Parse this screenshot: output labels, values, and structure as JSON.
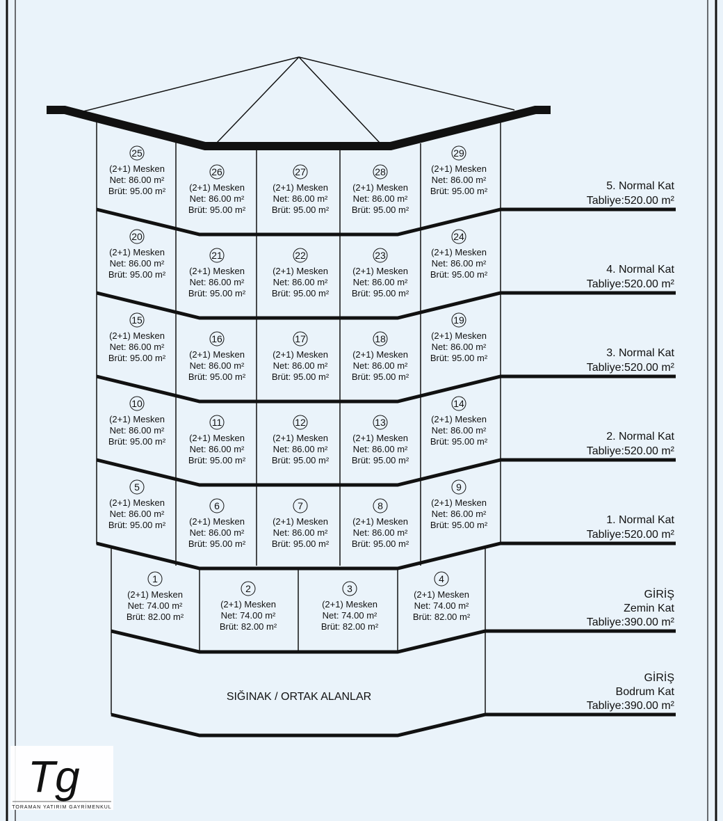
{
  "units": [
    {
      "no": "1",
      "type": "(2+1) Mesken",
      "net": "Net: 74.00 m²",
      "brut": "Brüt: 82.00 m²"
    },
    {
      "no": "2",
      "type": "(2+1) Mesken",
      "net": "Net: 74.00 m²",
      "brut": "Brüt: 82.00 m²"
    },
    {
      "no": "3",
      "type": "(2+1) Mesken",
      "net": "Net: 74.00 m²",
      "brut": "Brüt: 82.00 m²"
    },
    {
      "no": "4",
      "type": "(2+1) Mesken",
      "net": "Net: 74.00 m²",
      "brut": "Brüt: 82.00 m²"
    },
    {
      "no": "5",
      "type": "(2+1) Mesken",
      "net": "Net: 86.00 m²",
      "brut": "Brüt: 95.00 m²"
    },
    {
      "no": "6",
      "type": "(2+1) Mesken",
      "net": "Net: 86.00 m²",
      "brut": "Brüt: 95.00 m²"
    },
    {
      "no": "7",
      "type": "(2+1) Mesken",
      "net": "Net: 86.00 m²",
      "brut": "Brüt: 95.00 m²"
    },
    {
      "no": "8",
      "type": "(2+1) Mesken",
      "net": "Net: 86.00 m²",
      "brut": "Brüt: 95.00 m²"
    },
    {
      "no": "9",
      "type": "(2+1) Mesken",
      "net": "Net: 86.00 m²",
      "brut": "Brüt: 95.00 m²"
    },
    {
      "no": "10",
      "type": "(2+1) Mesken",
      "net": "Net: 86.00 m²",
      "brut": "Brüt: 95.00 m²"
    },
    {
      "no": "11",
      "type": "(2+1) Mesken",
      "net": "Net: 86.00 m²",
      "brut": "Brüt: 95.00 m²"
    },
    {
      "no": "12",
      "type": "(2+1) Mesken",
      "net": "Net: 86.00 m²",
      "brut": "Brüt: 95.00 m²"
    },
    {
      "no": "13",
      "type": "(2+1) Mesken",
      "net": "Net: 86.00 m²",
      "brut": "Brüt: 95.00 m²"
    },
    {
      "no": "14",
      "type": "(2+1) Mesken",
      "net": "Net: 86.00 m²",
      "brut": "Brüt: 95.00 m²"
    },
    {
      "no": "15",
      "type": "(2+1) Mesken",
      "net": "Net: 86.00 m²",
      "brut": "Brüt: 95.00 m²"
    },
    {
      "no": "16",
      "type": "(2+1) Mesken",
      "net": "Net: 86.00 m²",
      "brut": "Brüt: 95.00 m²"
    },
    {
      "no": "17",
      "type": "(2+1) Mesken",
      "net": "Net: 86.00 m²",
      "brut": "Brüt: 95.00 m²"
    },
    {
      "no": "18",
      "type": "(2+1) Mesken",
      "net": "Net: 86.00 m²",
      "brut": "Brüt: 95.00 m²"
    },
    {
      "no": "19",
      "type": "(2+1) Mesken",
      "net": "Net: 86.00 m²",
      "brut": "Brüt: 95.00 m²"
    },
    {
      "no": "20",
      "type": "(2+1) Mesken",
      "net": "Net: 86.00 m²",
      "brut": "Brüt: 95.00 m²"
    },
    {
      "no": "21",
      "type": "(2+1) Mesken",
      "net": "Net: 86.00 m²",
      "brut": "Brüt: 95.00 m²"
    },
    {
      "no": "22",
      "type": "(2+1) Mesken",
      "net": "Net: 86.00 m²",
      "brut": "Brüt: 95.00 m²"
    },
    {
      "no": "23",
      "type": "(2+1) Mesken",
      "net": "Net: 86.00 m²",
      "brut": "Brüt: 95.00 m²"
    },
    {
      "no": "24",
      "type": "(2+1) Mesken",
      "net": "Net: 86.00 m²",
      "brut": "Brüt: 95.00 m²"
    },
    {
      "no": "25",
      "type": "(2+1) Mesken",
      "net": "Net: 86.00 m²",
      "brut": "Brüt: 95.00 m²"
    },
    {
      "no": "26",
      "type": "(2+1) Mesken",
      "net": "Net: 86.00 m²",
      "brut": "Brüt: 95.00 m²"
    },
    {
      "no": "27",
      "type": "(2+1) Mesken",
      "net": "Net: 86.00 m²",
      "brut": "Brüt: 95.00 m²"
    },
    {
      "no": "28",
      "type": "(2+1) Mesken",
      "net": "Net: 86.00 m²",
      "brut": "Brüt: 95.00 m²"
    },
    {
      "no": "29",
      "type": "(2+1) Mesken",
      "net": "Net: 86.00 m²",
      "brut": "Brüt: 95.00 m²"
    }
  ],
  "floors": [
    {
      "lines": [
        "5. Normal Kat",
        "Tabliye:520.00 m²"
      ]
    },
    {
      "lines": [
        "4. Normal Kat",
        "Tabliye:520.00 m²"
      ]
    },
    {
      "lines": [
        "3. Normal Kat",
        "Tabliye:520.00 m²"
      ]
    },
    {
      "lines": [
        "2. Normal Kat",
        "Tabliye:520.00 m²"
      ]
    },
    {
      "lines": [
        "1. Normal Kat",
        "Tabliye:520.00 m²"
      ]
    },
    {
      "lines": [
        "GİRİŞ",
        "Zemin Kat",
        "Tabliye:390.00 m²"
      ]
    },
    {
      "lines": [
        "GİRİŞ",
        "Bodrum Kat",
        "Tabliye:390.00 m²"
      ]
    }
  ],
  "basement": {
    "label": "SIĞINAK / ORTAK ALANLAR"
  },
  "logo": {
    "monogram": "Tg",
    "caption": "TORAMAN YATIRIM GAYRİMENKUL"
  },
  "colors": {
    "background": "#eaf3fa",
    "lines": "#111111"
  }
}
